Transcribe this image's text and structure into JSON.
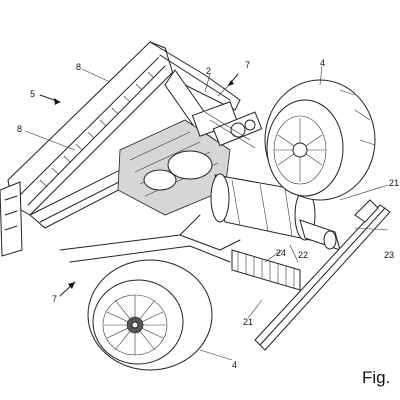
{
  "figure": {
    "label": "Fig."
  },
  "references": {
    "r2": "2",
    "r4_top": "4",
    "r4_bottom": "4",
    "r5": "5",
    "r7_top": "7",
    "r7_left": "7",
    "r8_top": "8",
    "r8_left": "8",
    "r21_top": "21",
    "r21_bottom": "21",
    "r22": "22",
    "r23": "23",
    "r24": "24"
  },
  "colors": {
    "line": "#222222",
    "background": "#ffffff"
  }
}
